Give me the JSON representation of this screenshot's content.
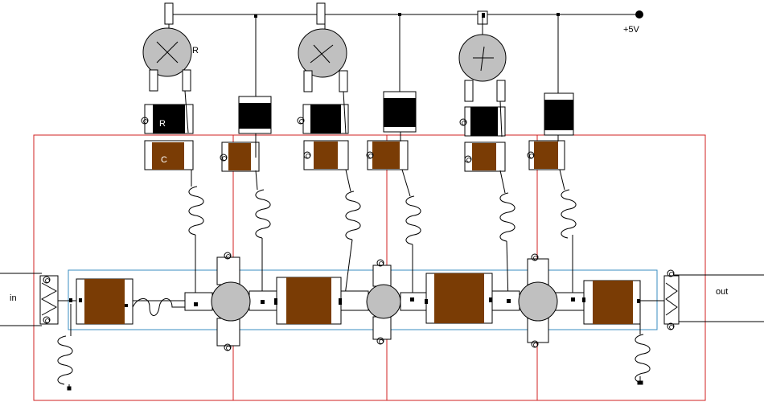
{
  "labels": {
    "vcc": "+5V",
    "input": "in",
    "output": "out",
    "resistor_tag_pot": "R",
    "resistor_tag_chip": "R",
    "capacitor_tag": "C"
  },
  "colors": {
    "resistor_body": "#000000",
    "capacitor_body": "#7a3c05",
    "pot_fill": "#c0c0c0",
    "red_frame": "#d02020",
    "blue_frame": "#3a8cc0",
    "wire": "#000000"
  },
  "icons": [
    "potentiometer-icon",
    "resistor-icon",
    "capacitor-icon",
    "inductor-icon",
    "transistor-icon",
    "power-node-icon"
  ]
}
